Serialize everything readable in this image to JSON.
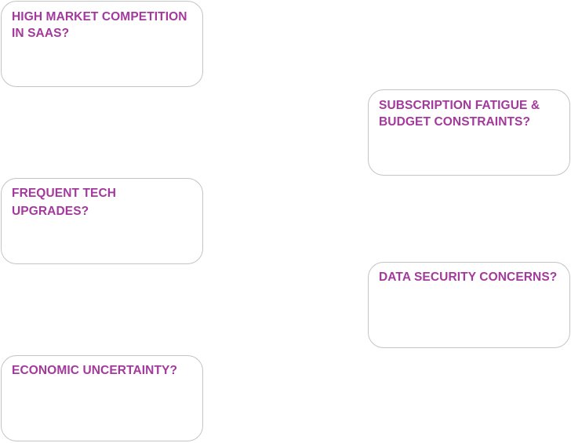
{
  "accent_color": "#a3399c",
  "cards": [
    {
      "title": "HIGH MARKET COMPETITION IN SAAS?"
    },
    {
      "title": "SUBSCRIPTION FATIGUE & BUDGET CONSTRAINTS?"
    },
    {
      "title": "FREQUENT TECH UPGRADES?"
    },
    {
      "title": "DATA SECURITY CONCERNS?"
    },
    {
      "title": "ECONOMIC UNCERTAINTY?"
    }
  ]
}
